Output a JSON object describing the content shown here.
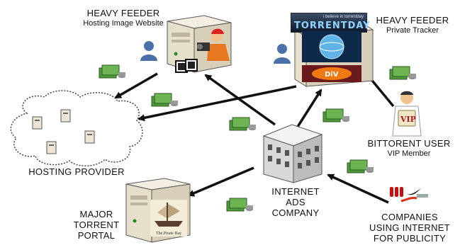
{
  "heavy_feeder_left": {
    "title": "HEAVY FEEDER",
    "subtitle": "Hosting Image Website"
  },
  "heavy_feeder_right": {
    "title": "HEAVY FEEDER",
    "subtitle": "Private Tracker"
  },
  "hosting_provider": {
    "label": "HOSTING PROVIDER"
  },
  "bittorrent_user": {
    "title": "BITTORENT USER",
    "subtitle": "VIP Member",
    "badge": "VIP"
  },
  "internet_ads": {
    "line1": "INTERNET",
    "line2": "ADS",
    "line3": "COMPANY"
  },
  "major_portal": {
    "line1": "MAJOR",
    "line2": "TORRENT",
    "line3": "PORTAL",
    "logo_text": "The Pirate Bay"
  },
  "companies": {
    "line1": "COMPANIES",
    "line2": "USING INTERNET",
    "line3": "FOR PUBLICITY"
  },
  "torrentday_banner": {
    "tagline": "i believe in torrentday",
    "name": "TORRENTDAY"
  },
  "colors": {
    "money": "#4f9a3a",
    "coins": "#8a8a8a",
    "server": "#ece5d3",
    "arrow": "#111111"
  }
}
